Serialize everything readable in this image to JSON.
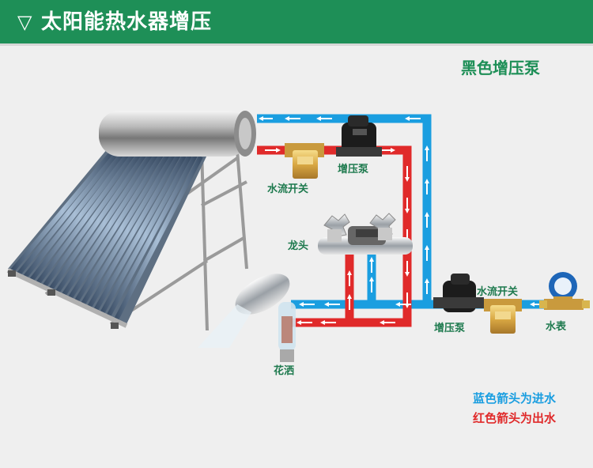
{
  "header": {
    "glyph": "▽",
    "title": "太阳能热水器增压"
  },
  "subtitle": "黑色增压泵",
  "labels": {
    "flow_switch_top": "水流开关",
    "pump_top": "增压泵",
    "faucet": "龙头",
    "shower": "花洒",
    "pump_right": "增压泵",
    "flow_switch_right": "水流开关",
    "water_meter": "水表"
  },
  "legend": {
    "blue_text": "蓝色箭头为进水",
    "red_text": "红色箭头为出水"
  },
  "colors": {
    "header_bg": "#1e8f57",
    "label_green": "#1e7a4e",
    "inlet_blue": "#1a9ee0",
    "outlet_red": "#e02a2a"
  },
  "icons": [
    "solar-water-heater-icon",
    "booster-pump-icon",
    "flow-switch-icon",
    "faucet-icon",
    "shower-head-icon",
    "water-meter-icon"
  ]
}
